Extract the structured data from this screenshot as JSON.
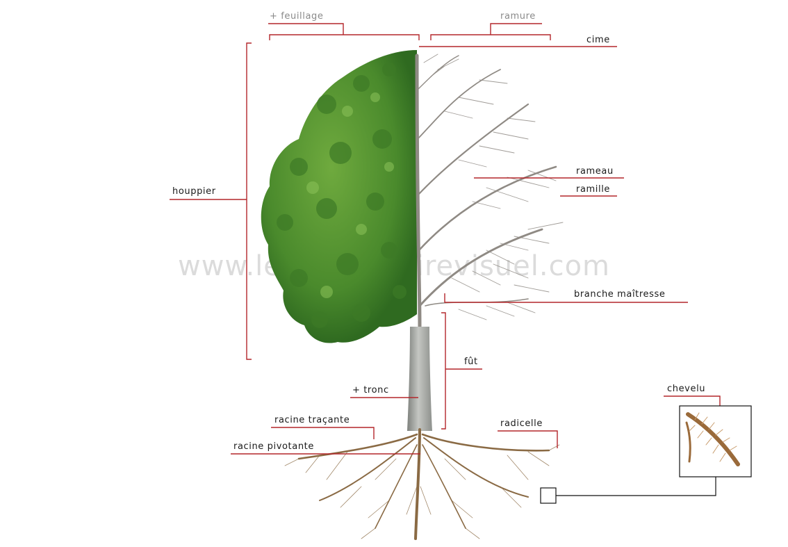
{
  "watermark": "www.ledictionnairevisuel.com",
  "labels": {
    "feuillage": "+ feuillage",
    "ramure": "ramure",
    "cime": "cime",
    "houppier": "houppier",
    "rameau": "rameau",
    "ramille": "ramille",
    "branche_maitresse": "branche maîtresse",
    "fut": "fût",
    "tronc": "+ tronc",
    "racine_tracante": "racine traçante",
    "racine_pivotante": "racine pivotante",
    "radicelle": "radicelle",
    "chevelu": "chevelu"
  },
  "colors": {
    "leader_line": "#b3262a",
    "foliage": "#4f8f2f",
    "bare_branches": "#8f8a84",
    "trunk": "#a7aaa6",
    "roots": "#8a6a44"
  }
}
